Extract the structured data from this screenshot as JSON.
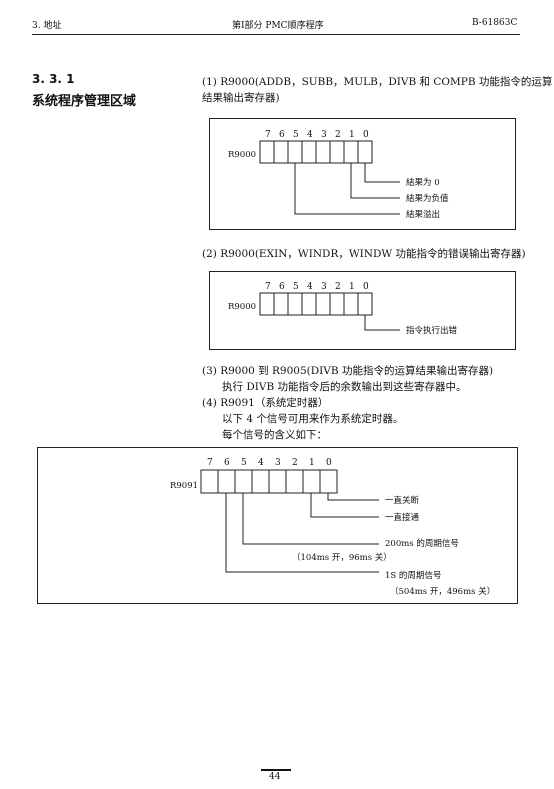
{
  "header": {
    "left": "3.  地址",
    "center": "第Ⅰ部分   PMC顺序程序",
    "right": "B-61863C"
  },
  "section": {
    "number": "3. 3. 1",
    "title": "系统程序管理区域"
  },
  "paragraphs": {
    "p1_line1": "(1) R9000(ADDB，SUBB，MULB，DIVB 和 COMPB 功能指令的运算",
    "p1_line2": "结果输出寄存器)",
    "p2": "(2) R9000(EXIN，WINDR，WINDW 功能指令的错误输出寄存器)",
    "p3_line1": "(3) R9000 到 R9005(DIVB 功能指令的运算结果输出寄存器)",
    "p3_line2": "执行 DIVB 功能指令后的余数输出到这些寄存器中。",
    "p4_line1": "(4) R9091（系统定时器）",
    "p4_line2": "以下 4 个信号可用来作为系统定时器。",
    "p4_line3": "每个信号的含义如下："
  },
  "bit_numbers": [
    "7",
    "6",
    "5",
    "4",
    "3",
    "2",
    "1",
    "0"
  ],
  "diagram1": {
    "register": "R9000",
    "labels": [
      "結果为 0",
      "結果为负值",
      "結果溢出"
    ]
  },
  "diagram2": {
    "register": "R9000",
    "labels": [
      "指令执行出错"
    ]
  },
  "diagram3": {
    "register": "R9091",
    "labels": [
      "一直关断",
      "一直接通",
      "200ms 的周期信号",
      "（104ms 开，96ms 关）",
      "1S 的周期信号",
      "（504ms 开，496ms 关）"
    ]
  },
  "footer": {
    "page": "44"
  }
}
